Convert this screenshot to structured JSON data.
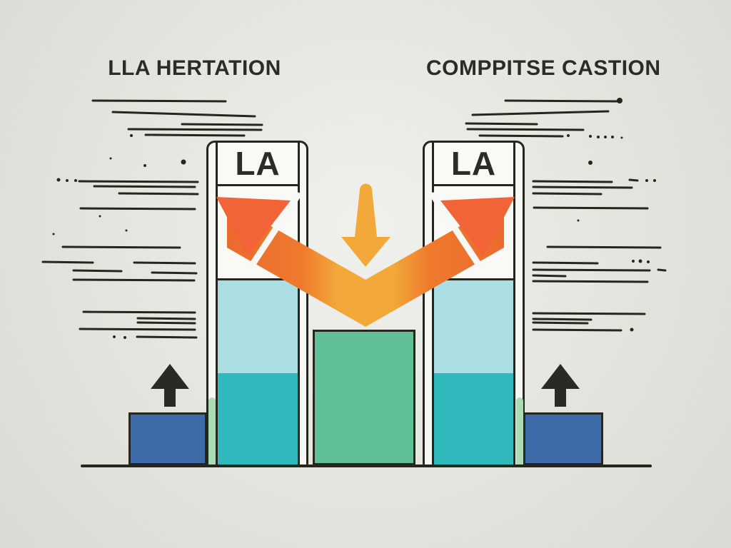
{
  "titles": {
    "left": "LLA HERTATION",
    "right": "COMPPITSE CASTION"
  },
  "columns": {
    "left": {
      "label": "LA"
    },
    "right": {
      "label": "LA"
    }
  },
  "icons": {
    "down_arrow": "amber arrow pointing down at center",
    "diagonal_arrow_left": "orange-amber arrow sweeping up-left into left column",
    "diagonal_arrow_right": "orange-amber arrow sweeping up-right into right column",
    "up_arrow_left": "black arrow pointing up above left blue block",
    "up_arrow_right": "black arrow pointing up above right blue block"
  },
  "colors": {
    "background": "#e4e4df",
    "ink": "#26261f",
    "title_text": "#2b2b27",
    "orange": "#f26338",
    "amber": "#f3a83a",
    "pale_cyan": "#abdee2",
    "teal": "#2fb9bd",
    "green": "#60bf94",
    "blue": "#3e6cab",
    "pale_green": "#a9dcb2",
    "panel_white": "#f7f7f4"
  }
}
